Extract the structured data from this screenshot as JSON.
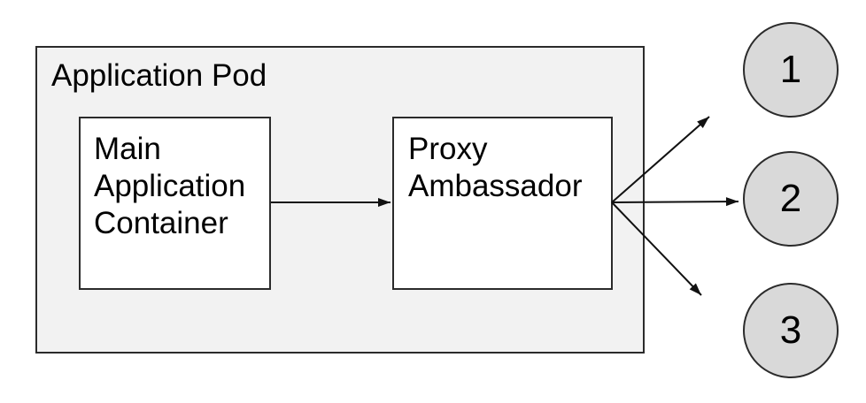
{
  "diagram": {
    "pod": {
      "label": "Application Pod"
    },
    "nodes": [
      {
        "id": "main-application-container",
        "label": "Main Application Container"
      },
      {
        "id": "proxy-ambassador",
        "label": "Proxy Ambassador"
      }
    ],
    "endpoints": [
      {
        "id": "endpoint-1",
        "label": "1"
      },
      {
        "id": "endpoint-2",
        "label": "2"
      },
      {
        "id": "endpoint-3",
        "label": "3"
      }
    ],
    "edges": [
      {
        "from": "main-application-container",
        "to": "proxy-ambassador"
      },
      {
        "from": "proxy-ambassador",
        "to": "endpoint-1"
      },
      {
        "from": "proxy-ambassador",
        "to": "endpoint-2"
      },
      {
        "from": "proxy-ambassador",
        "to": "endpoint-3"
      }
    ],
    "colors": {
      "pod_fill": "#f2f2f2",
      "node_fill": "#ffffff",
      "endpoint_fill": "#d9d9d9",
      "border": "#2b2b2b",
      "arrow": "#111111",
      "text": "#000000",
      "background": "#ffffff"
    }
  }
}
